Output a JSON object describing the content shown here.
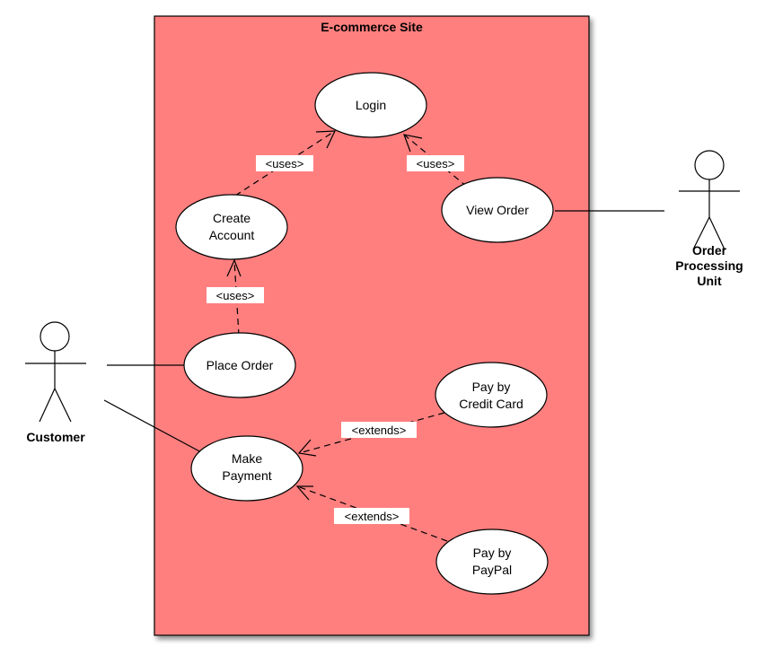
{
  "system": {
    "title": "E-commerce Site",
    "fill": "#ff7f7f"
  },
  "actors": {
    "customer": "Customer",
    "order_processing": [
      "Order",
      "Processing",
      "Unit"
    ]
  },
  "use_cases": {
    "login": [
      "Login"
    ],
    "create_account": [
      "Create",
      "Account"
    ],
    "view_order": [
      "View Order"
    ],
    "place_order": [
      "Place Order"
    ],
    "pay_credit": [
      "Pay by",
      "Credit Card"
    ],
    "make_payment": [
      "Make",
      "Payment"
    ],
    "pay_paypal": [
      "Pay by",
      "PayPal"
    ]
  },
  "relations": {
    "create_uses_login": "<uses>",
    "view_uses_login": "<uses>",
    "place_uses_create": "<uses>",
    "credit_extends_payment": "<extends>",
    "paypal_extends_payment": "<extends>"
  }
}
